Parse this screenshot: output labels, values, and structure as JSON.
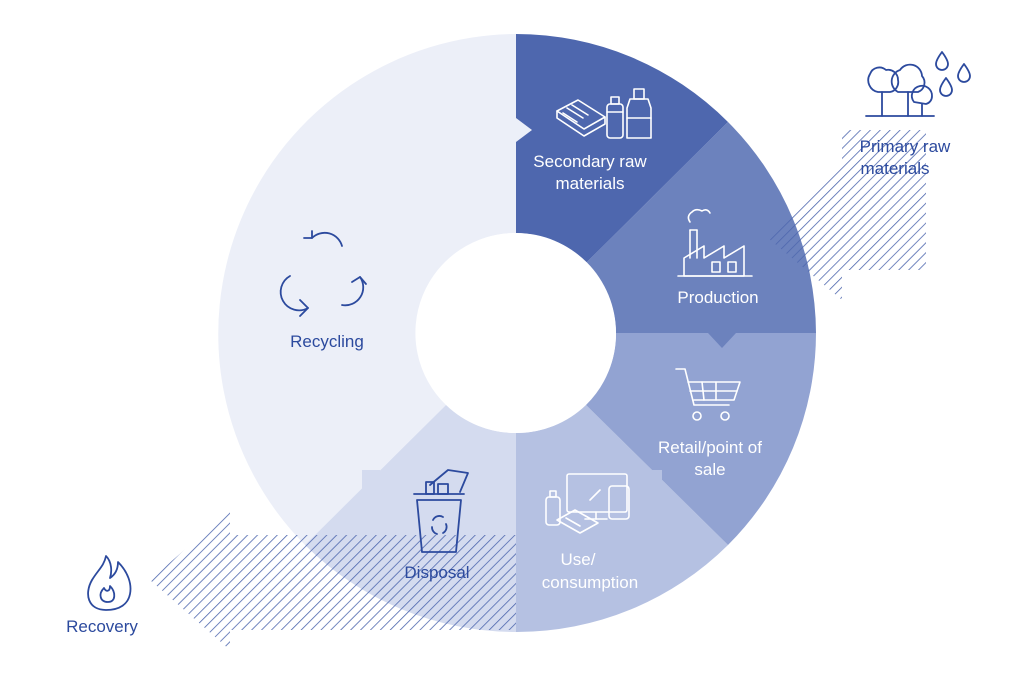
{
  "stages": {
    "secondary_raw_materials": {
      "line1": "Secondary raw",
      "line2": "materials",
      "color": "#4e67ae"
    },
    "production": {
      "line1": "Production",
      "color": "#6c82bd"
    },
    "retail": {
      "line1": "Retail/point of",
      "line2": "sale",
      "color": "#92a3d2"
    },
    "use": {
      "line1": "Use/",
      "line2": "consumption",
      "color": "#b5c1e2"
    },
    "disposal": {
      "line1": "Disposal",
      "color": "#d4dbef"
    },
    "recycling": {
      "line1": "Recycling",
      "color": "#eceff8"
    }
  },
  "inputs": {
    "primary_raw_materials": {
      "line1": "Primary raw",
      "line2": "materials"
    }
  },
  "outputs": {
    "recovery": {
      "line1": "Recovery"
    }
  },
  "colors": {
    "text_blue": "#2c4a9e",
    "hatch": "#4e67ae"
  },
  "icons": [
    "newspaper-icon",
    "can-icon",
    "bottle-icon",
    "factory-icon",
    "shopping-cart-icon",
    "devices-icon",
    "trash-bin-icon",
    "recycle-icon",
    "trees-icon",
    "water-drops-icon",
    "flame-icon"
  ]
}
